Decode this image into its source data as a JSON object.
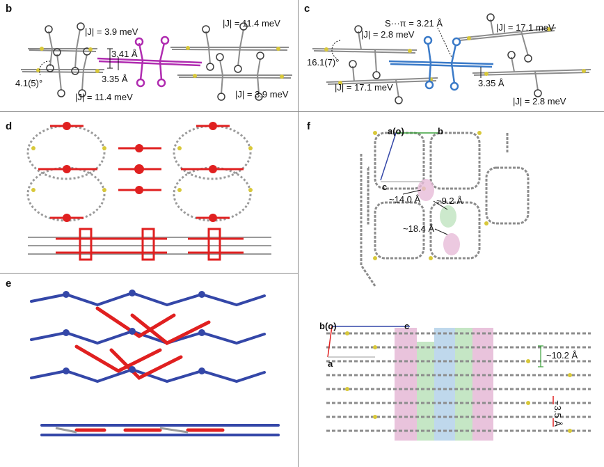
{
  "panels": {
    "b": {
      "label": "b",
      "j_top_left": "|J| = 3.9 meV",
      "j_top_right": "|J| = 11.4 meV",
      "d_341": "3.41 Å",
      "d_335": "3.35 Å",
      "angle": "4.1(5)°",
      "j_bottom_left": "|J| = 11.4 meV",
      "j_bottom_right": "|J| = 3.9 meV"
    },
    "c": {
      "label": "c",
      "s_pi": "S···π = 3.21 Å",
      "j_left": "|J| = 2.8 meV",
      "j_right": "|J| = 17.1 meV",
      "angle": "16.1(7)°",
      "j_bottom_left": "|J| = 17.1 meV",
      "d_335": "3.35 Å",
      "j_bottom_right": "|J| = 2.8 meV"
    },
    "d": {
      "label": "d"
    },
    "e": {
      "label": "e"
    },
    "f": {
      "label": "f",
      "axis_a_o": "a(o)",
      "axis_b": "b",
      "axis_c": "c",
      "d_140": "~14.0 Å",
      "d_92": "~9.2 Å",
      "d_184": "~18.4 Å",
      "axis_b_o": "b(o)",
      "axis_c2": "c",
      "axis_a2": "a",
      "d_102": "~10.2 Å",
      "d_35": "~3.5 Å"
    }
  },
  "colors": {
    "grey": "#8c8c8c",
    "dark": "#3c3c3c",
    "magenta": "#b02cb0",
    "red": "#e02020",
    "blue": "#3447a8",
    "lightblue": "#3a7ac8",
    "yellow": "#d8c83a",
    "pink_band": "#e7bcd8",
    "green_band": "#bfe3bf",
    "blue_band": "#b8d4ea",
    "divider": "#8a8a8a"
  }
}
